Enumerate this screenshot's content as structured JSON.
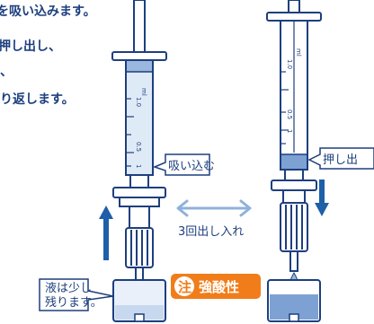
{
  "instructions": {
    "line1": "を吸い込みます。",
    "line2": "押し出し、",
    "line3": "、",
    "line4": "り返します。"
  },
  "labels": {
    "draw_in": "吸い込む",
    "push_out": "押し出",
    "repeat": "3回出し入れ",
    "liquid_remains_1": "液は少し",
    "liquid_remains_2": "残ります。",
    "warning_mark": "注",
    "warning_text": "強酸性"
  },
  "syringe_scale": {
    "left": [
      "ml",
      "1.0",
      "0.5",
      "1"
    ],
    "right": [
      "ml",
      "1.0",
      "0.5",
      "1"
    ]
  },
  "colors": {
    "outline": "#1d3f7e",
    "barrel_fill": "#dfeaf7",
    "liquid_fill": "#9ab7e0",
    "arrow_blue": "#1d5fa8",
    "arrow_light": "#8fb2dc",
    "warning_orange": "#f07d1a"
  }
}
